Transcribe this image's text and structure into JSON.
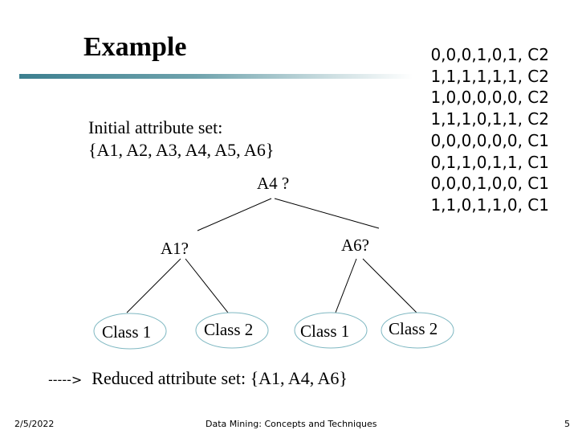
{
  "slide": {
    "title": "Example",
    "data_rows": [
      "0,0,0,1,0,1, C2",
      "1,1,1,1,1,1, C2",
      "1,0,0,0,0,0, C2",
      "1,1,1,0,1,1, C2",
      "0,0,0,0,0,0, C1",
      "0,1,1,0,1,1, C1",
      "0,0,0,1,0,0, C1",
      "1,1,0,1,1,0, C1"
    ],
    "initial_label": "Initial attribute set:",
    "initial_set": "{A1, A2, A3, A4, A5, A6}",
    "reduced_arrow": "----->",
    "reduced_text": "Reduced attribute set:  {A1, A4, A6}"
  },
  "tree": {
    "root": "A4 ?",
    "left": "A1?",
    "right": "A6?",
    "leaves": [
      "Class 1",
      "Class 2",
      "Class 1",
      "Class 2"
    ]
  },
  "footer": {
    "date": "2/5/2022",
    "center": "Data Mining: Concepts and Techniques",
    "page": "5"
  },
  "colors": {
    "leaf_ellipse_stroke": "#7fb8c2",
    "title_rule": "#3c7f8f"
  }
}
